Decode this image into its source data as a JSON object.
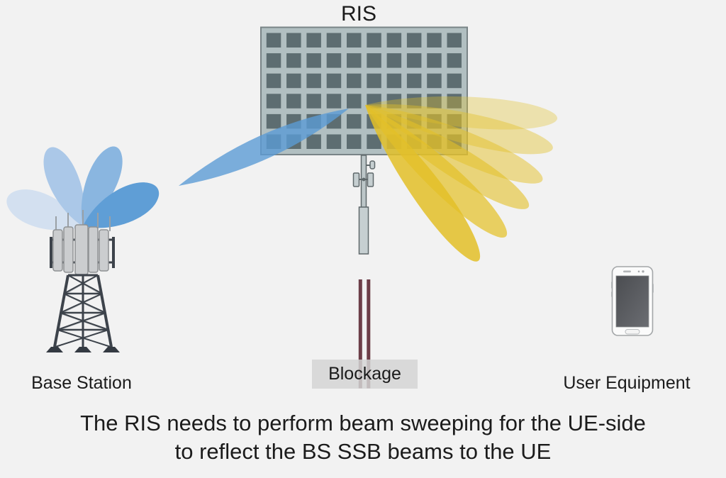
{
  "labels": {
    "ris": "RIS",
    "base_station": "Base Station",
    "user_equipment": "User Equipment",
    "blockage": "Blockage"
  },
  "caption": {
    "line1": "The RIS needs to perform beam sweeping for the UE-side",
    "line2": "to reflect the BS SSB beams to the UE"
  },
  "colors": {
    "background": "#f2f2f2",
    "ris_panel": "#b1bfc1",
    "ris_panel_border": "#798487",
    "ris_cell": "#5d6d71",
    "blockage_bar": "#6d3e48",
    "blockage_box": "#d4d4d4",
    "tower_dark": "#3d434b",
    "text": "#1b1b1b"
  },
  "ris_panel": {
    "columns": 10,
    "rows": 6
  },
  "beams": {
    "bs_to_ris": {
      "color": "#5b9bd5",
      "opacity": 0.8
    },
    "bs_lobes": {
      "count": 4,
      "lobes": [
        {
          "angle": -159.6,
          "length": 109,
          "width": 50,
          "color": "#d3e0f0"
        },
        {
          "angle": -112.9,
          "length": 115,
          "width": 44,
          "color": "#abc8e8"
        },
        {
          "angle": -67.2,
          "length": 116,
          "width": 44,
          "color": "#8ab6e0"
        },
        {
          "angle": -26.3,
          "length": 113,
          "width": 50,
          "color": "#5f9ed6"
        }
      ]
    },
    "ris_sweep": {
      "count": 6,
      "color": "#e3c028",
      "beams": [
        {
          "angle": 4,
          "opacity": 0.34
        },
        {
          "angle": 13,
          "opacity": 0.42
        },
        {
          "angle": 23,
          "opacity": 0.5
        },
        {
          "angle": 32,
          "opacity": 0.6
        },
        {
          "angle": 43,
          "opacity": 0.72
        },
        {
          "angle": 54,
          "opacity": 0.85
        }
      ]
    }
  }
}
